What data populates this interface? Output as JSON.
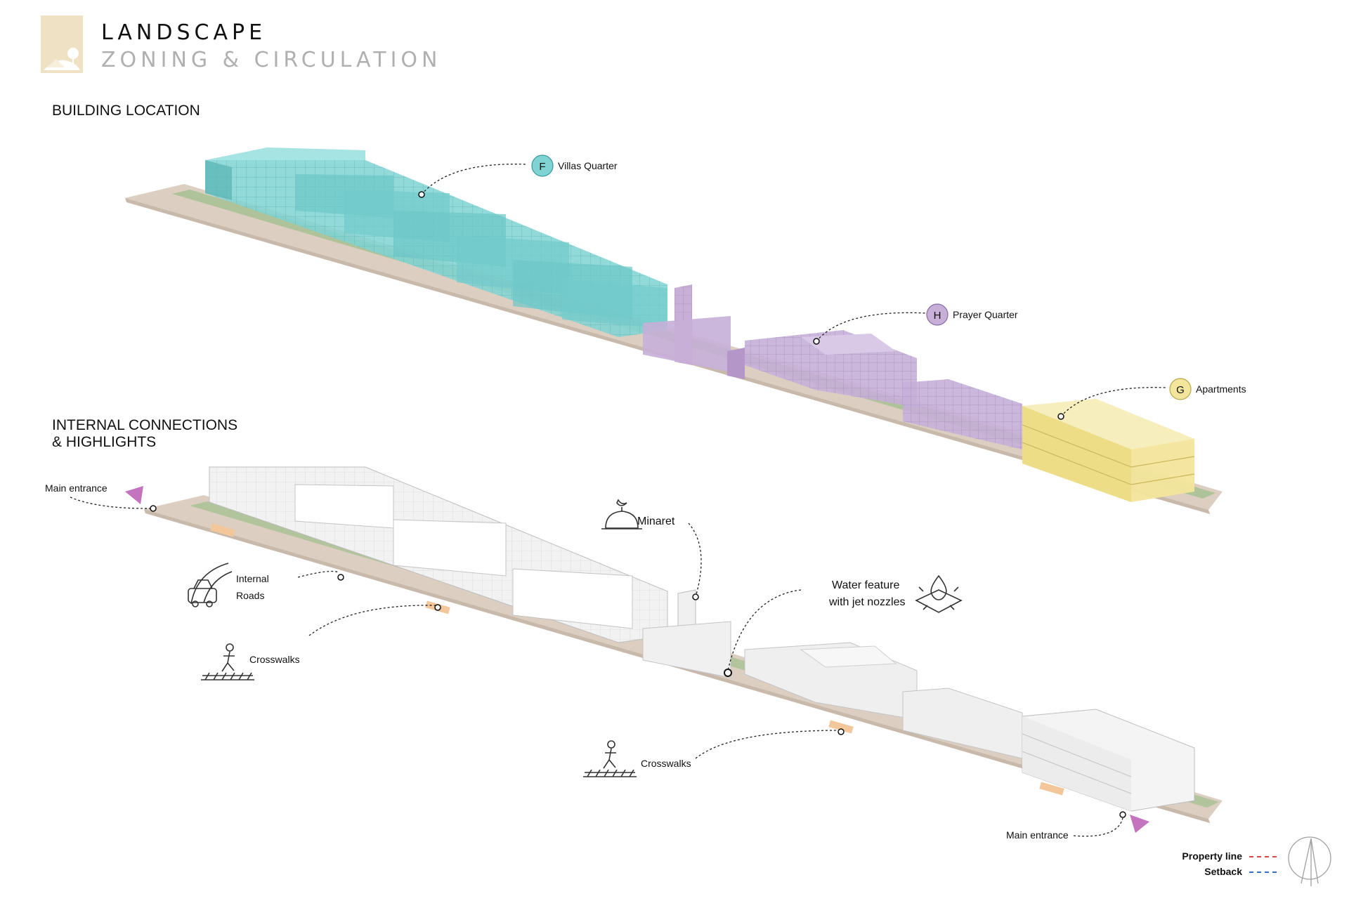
{
  "header": {
    "title": "LANDSCAPE",
    "subtitle": "ZONING & CIRCULATION"
  },
  "sections": {
    "building_location": "BUILDING LOCATION",
    "internal_line1": "INTERNAL CONNECTIONS",
    "internal_line2": "& HIGHLIGHTS"
  },
  "zones": [
    {
      "letter": "F",
      "label": "Villas Quarter",
      "color": "#7fd3d3"
    },
    {
      "letter": "H",
      "label": "Prayer Quarter",
      "color": "#c7afd8"
    },
    {
      "letter": "G",
      "label": "Apartments",
      "color": "#f3e59b"
    }
  ],
  "highlights": {
    "main_entrance_top": "Main entrance",
    "main_entrance_bottom": "Main entrance",
    "internal_roads_1": "Internal",
    "internal_roads_2": "Roads",
    "crosswalks_1": "Crosswalks",
    "crosswalks_2": "Crosswalks",
    "minaret": "Minaret",
    "water_1": "Water feature",
    "water_2": "with jet nozzles"
  },
  "legend": {
    "property_line": "Property line",
    "setback": "Setback",
    "property_color": "#e0474c",
    "setback_color": "#3b6fc4"
  },
  "icons": [
    "landscape-logo-icon",
    "car-road-icon",
    "pedestrian-crosswalk-icon",
    "minaret-dome-icon",
    "water-drop-icon",
    "entrance-triangle-icon",
    "north-arrow-icon"
  ]
}
